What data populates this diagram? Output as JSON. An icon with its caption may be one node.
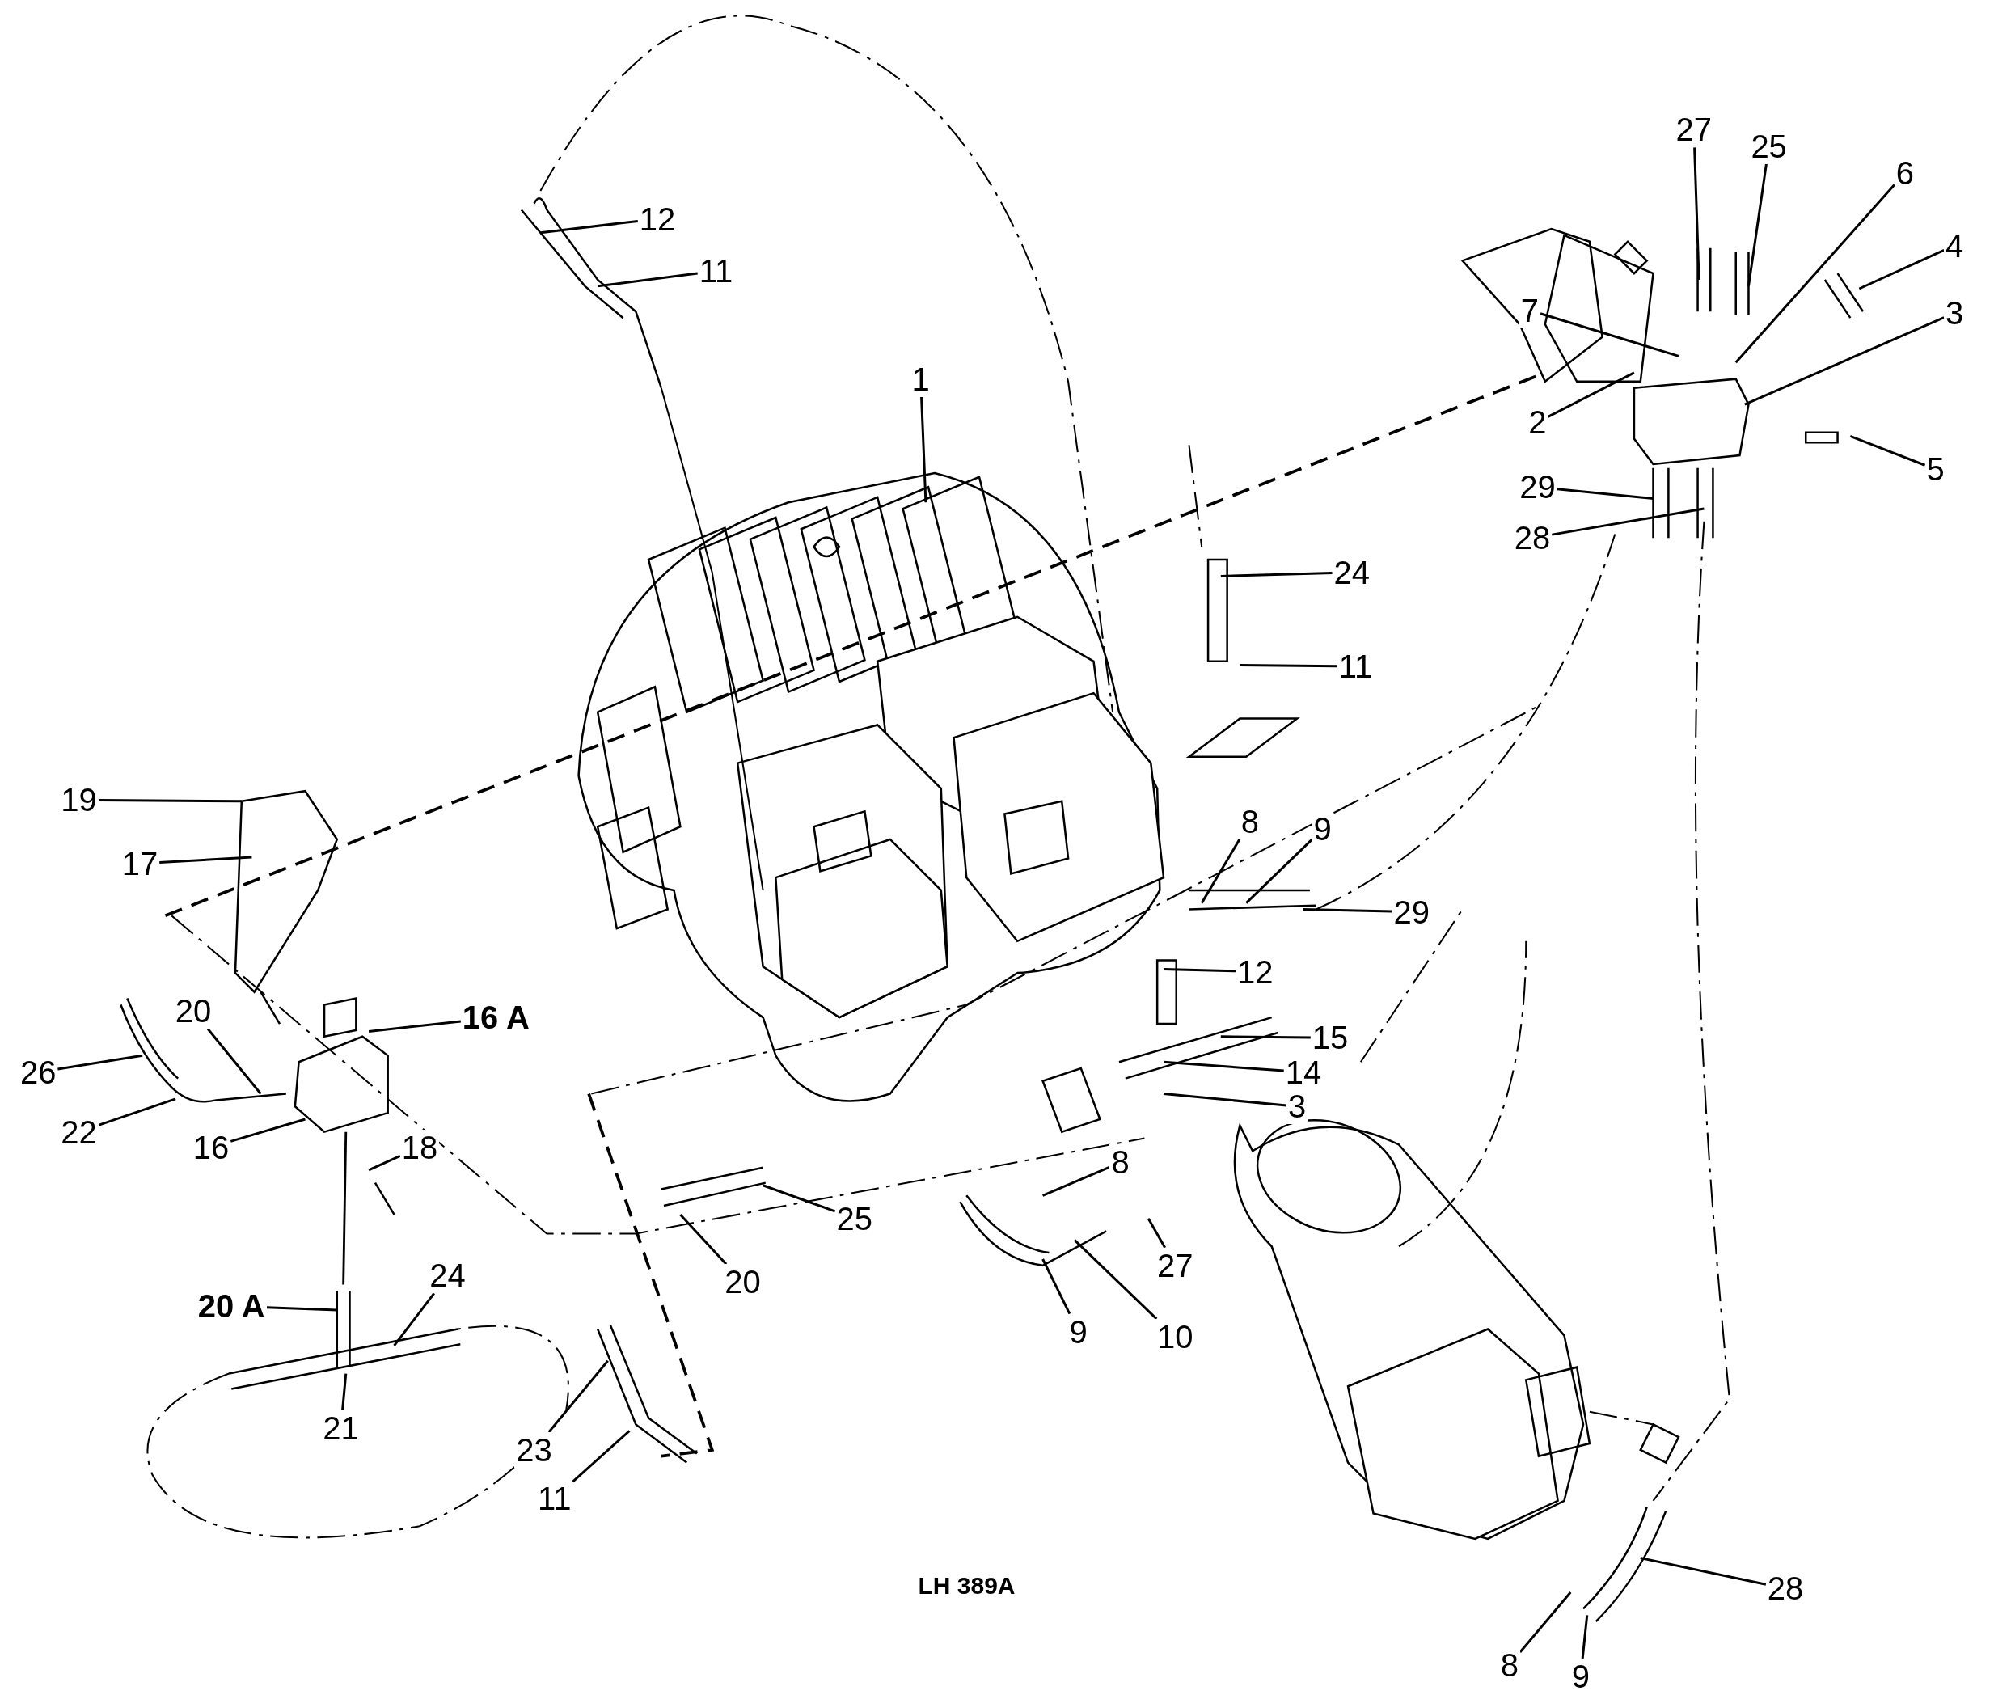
{
  "diagram": {
    "nodes": [
      {
        "text": [
          "1"
        ]
      },
      {
        "text": [
          "12"
        ]
      },
      {
        "text": [
          "11"
        ]
      },
      {
        "text": [
          "27"
        ]
      },
      {
        "text": [
          "25"
        ]
      },
      {
        "text": [
          "6"
        ]
      },
      {
        "text": [
          "4"
        ]
      },
      {
        "text": [
          "7"
        ]
      },
      {
        "text": [
          "3"
        ]
      },
      {
        "text": [
          "2"
        ]
      },
      {
        "text": [
          "5"
        ]
      },
      {
        "text": [
          "29"
        ]
      },
      {
        "text": [
          "28"
        ]
      },
      {
        "text": [
          "24"
        ]
      },
      {
        "text": [
          "11"
        ]
      },
      {
        "text": [
          "8"
        ]
      },
      {
        "text": [
          "9"
        ]
      },
      {
        "text": [
          "29"
        ]
      },
      {
        "text": [
          "12"
        ]
      },
      {
        "text": [
          "15"
        ]
      },
      {
        "text": [
          "14"
        ]
      },
      {
        "text": [
          "3"
        ]
      },
      {
        "text": [
          "19"
        ]
      },
      {
        "text": [
          "17"
        ]
      },
      {
        "text": [
          "20"
        ]
      },
      {
        "text": [
          "16 A"
        ]
      },
      {
        "text": [
          "26"
        ]
      },
      {
        "text": [
          "22"
        ]
      },
      {
        "text": [
          "16"
        ]
      },
      {
        "text": [
          "18"
        ]
      },
      {
        "text": [
          "8"
        ]
      },
      {
        "text": [
          "25"
        ]
      },
      {
        "text": [
          "20"
        ]
      },
      {
        "text": [
          "27"
        ]
      },
      {
        "text": [
          "9"
        ]
      },
      {
        "text": [
          "10"
        ]
      },
      {
        "text": [
          "20 A"
        ]
      },
      {
        "text": [
          "24"
        ]
      },
      {
        "text": [
          "21"
        ]
      },
      {
        "text": [
          "23"
        ]
      },
      {
        "text": [
          "11"
        ]
      },
      {
        "text": [
          "28"
        ]
      },
      {
        "text": [
          "8"
        ]
      },
      {
        "text": [
          "9"
        ]
      }
    ],
    "edges": [
      {
        "from": 0,
        "to": null,
        "arrow": "none"
      },
      {
        "from": 1,
        "to": null,
        "arrow": "none"
      },
      {
        "from": 2,
        "to": null,
        "arrow": "none"
      },
      {
        "from": 3,
        "to": null,
        "arrow": "none"
      },
      {
        "from": 4,
        "to": null,
        "arrow": "none"
      },
      {
        "from": 5,
        "to": null,
        "arrow": "none"
      },
      {
        "from": 6,
        "to": null,
        "arrow": "none"
      },
      {
        "from": 7,
        "to": null,
        "arrow": "none"
      },
      {
        "from": 8,
        "to": null,
        "arrow": "none"
      },
      {
        "from": 9,
        "to": null,
        "arrow": "none"
      },
      {
        "from": 10,
        "to": null,
        "arrow": "none"
      },
      {
        "from": 11,
        "to": null,
        "arrow": "none"
      },
      {
        "from": 12,
        "to": null,
        "arrow": "none"
      },
      {
        "from": 13,
        "to": null,
        "arrow": "none"
      },
      {
        "from": 14,
        "to": null,
        "arrow": "none"
      },
      {
        "from": 15,
        "to": null,
        "arrow": "none"
      },
      {
        "from": 16,
        "to": null,
        "arrow": "none"
      },
      {
        "from": 17,
        "to": null,
        "arrow": "none"
      },
      {
        "from": 18,
        "to": null,
        "arrow": "none"
      },
      {
        "from": 19,
        "to": null,
        "arrow": "none"
      },
      {
        "from": 20,
        "to": null,
        "arrow": "none"
      },
      {
        "from": 21,
        "to": null,
        "arrow": "none"
      },
      {
        "from": 22,
        "to": null,
        "arrow": "none"
      },
      {
        "from": 23,
        "to": null,
        "arrow": "none"
      },
      {
        "from": 24,
        "to": null,
        "arrow": "none"
      },
      {
        "from": 25,
        "to": null,
        "arrow": "none"
      },
      {
        "from": 26,
        "to": null,
        "arrow": "none"
      },
      {
        "from": 27,
        "to": null,
        "arrow": "none"
      },
      {
        "from": 28,
        "to": null,
        "arrow": "none"
      },
      {
        "from": 29,
        "to": null,
        "arrow": "none"
      },
      {
        "from": 30,
        "to": null,
        "arrow": "none"
      },
      {
        "from": 31,
        "to": null,
        "arrow": "none"
      },
      {
        "from": 32,
        "to": null,
        "arrow": "none"
      },
      {
        "from": 33,
        "to": null,
        "arrow": "none"
      },
      {
        "from": 34,
        "to": null,
        "arrow": "none"
      },
      {
        "from": 35,
        "to": null,
        "arrow": "none"
      },
      {
        "from": 36,
        "to": null,
        "arrow": "none"
      },
      {
        "from": 37,
        "to": null,
        "arrow": "none"
      },
      {
        "from": 38,
        "to": null,
        "arrow": "none"
      },
      {
        "from": 39,
        "to": null,
        "arrow": "none"
      },
      {
        "from": 40,
        "to": null,
        "arrow": "none"
      },
      {
        "from": 41,
        "to": null,
        "arrow": "none"
      },
      {
        "from": 42,
        "to": null,
        "arrow": "none"
      },
      {
        "from": 43,
        "to": null,
        "arrow": "none"
      }
    ],
    "labels": [
      "LH 389A"
    ]
  }
}
